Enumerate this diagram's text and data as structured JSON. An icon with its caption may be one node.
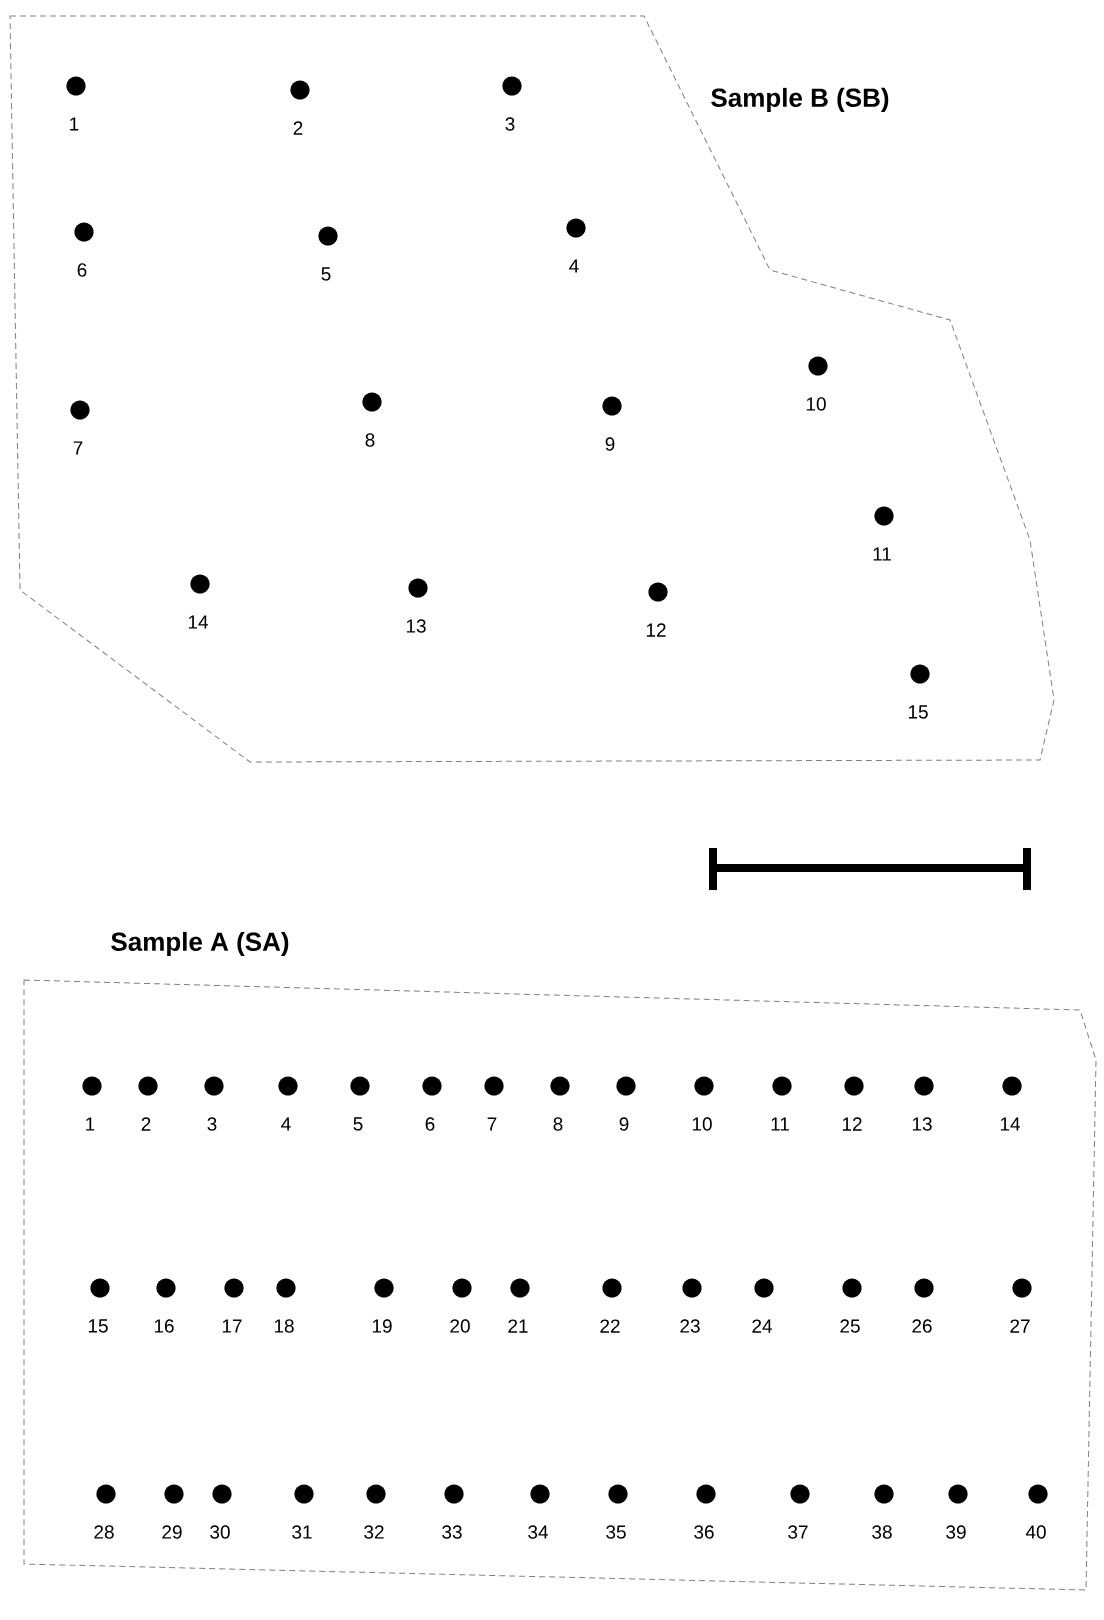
{
  "diagram": {
    "nodes": [
      {
        "text": [
          "Sample B (SB)"
        ]
      },
      {
        "text": [
          "Sample A (SA)"
        ]
      }
    ],
    "labels": [
      "1",
      "2",
      "3",
      "6",
      "5",
      "4",
      "7",
      "8",
      "9",
      "10",
      "11",
      "14",
      "13",
      "12",
      "15",
      "1",
      "2",
      "3",
      "4",
      "5",
      "6",
      "7",
      "8",
      "9",
      "10",
      "11",
      "12",
      "13",
      "14",
      "15",
      "16",
      "17",
      "18",
      "19",
      "20",
      "21",
      "22",
      "23",
      "24",
      "25",
      "26",
      "27",
      "28",
      "29",
      "30",
      "31",
      "32",
      "33",
      "34",
      "35",
      "36",
      "37",
      "38",
      "39",
      "40"
    ]
  }
}
